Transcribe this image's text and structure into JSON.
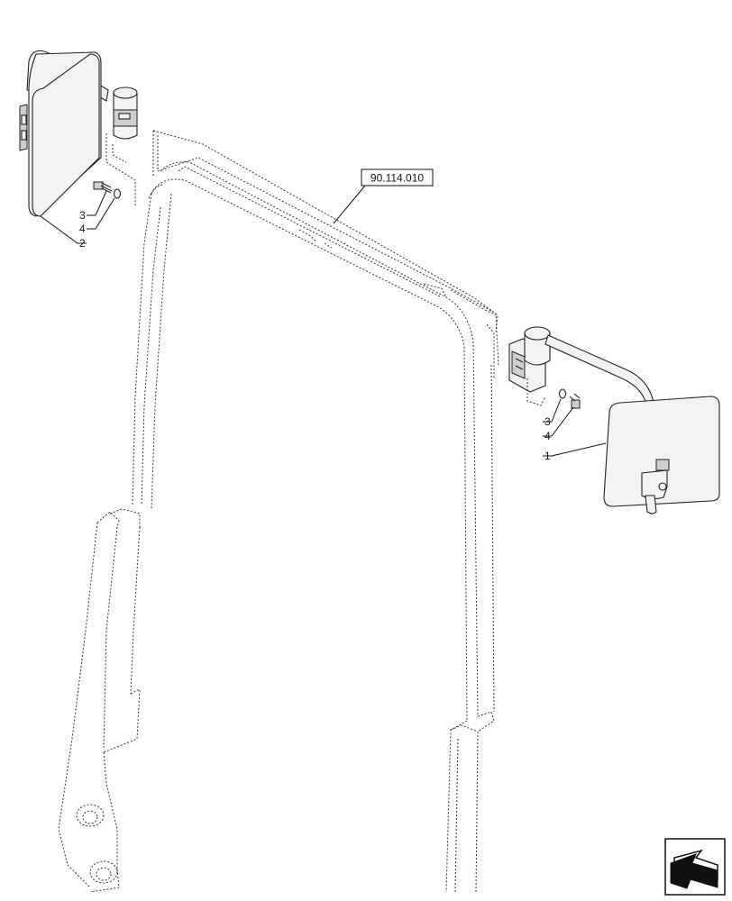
{
  "reference_box": {
    "label": "90.114.010"
  },
  "callouts": {
    "left_3": "3",
    "left_4": "4",
    "left_2": "2",
    "right_3": "3",
    "right_4": "4",
    "right_1": "1"
  },
  "nav_icon": {
    "name": "next-page-arrow-icon"
  }
}
